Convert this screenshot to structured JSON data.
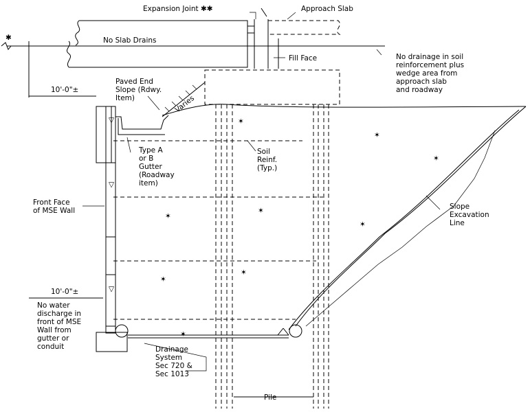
{
  "labels": {
    "expansion_joint": "Expansion Joint ✱✱",
    "approach_slab": "Approach Slab",
    "no_slab_drains": "No Slab Drains",
    "fill_face": "Fill Face",
    "no_drainage_1": "No drainage in soil",
    "no_drainage_2": "reinforcement plus",
    "no_drainage_3": "wedge area from",
    "no_drainage_4": "approach slab",
    "no_drainage_5": "and roadway",
    "star": "✱",
    "dim_top": "10'-0\"±",
    "paved_1": "Paved End",
    "paved_2": "Slope (Rdwy.",
    "paved_3": "Item)",
    "varies": "Varies",
    "gutter_1": "Type A",
    "gutter_2": "or B",
    "gutter_3": "Gutter",
    "gutter_4": "(Roadway",
    "gutter_5": "item)",
    "soil_1": "Soil",
    "soil_2": "Reinf.",
    "soil_3": "(Typ.)",
    "front_1": "Front Face",
    "front_2": "of MSE Wall",
    "slope_1": "Slope",
    "slope_2": "Excavation",
    "slope_3": "Line",
    "dim_bottom": "10'-0\"±",
    "nowater_1": "No water",
    "nowater_2": "discharge in",
    "nowater_3": "front of MSE",
    "nowater_4": "Wall from",
    "nowater_5": "gutter or",
    "nowater_6": "conduit",
    "drain_1": "Drainage",
    "drain_2": "System",
    "drain_3": "Sec 720 &",
    "drain_4": "Sec 1013",
    "pile": "Pile"
  }
}
